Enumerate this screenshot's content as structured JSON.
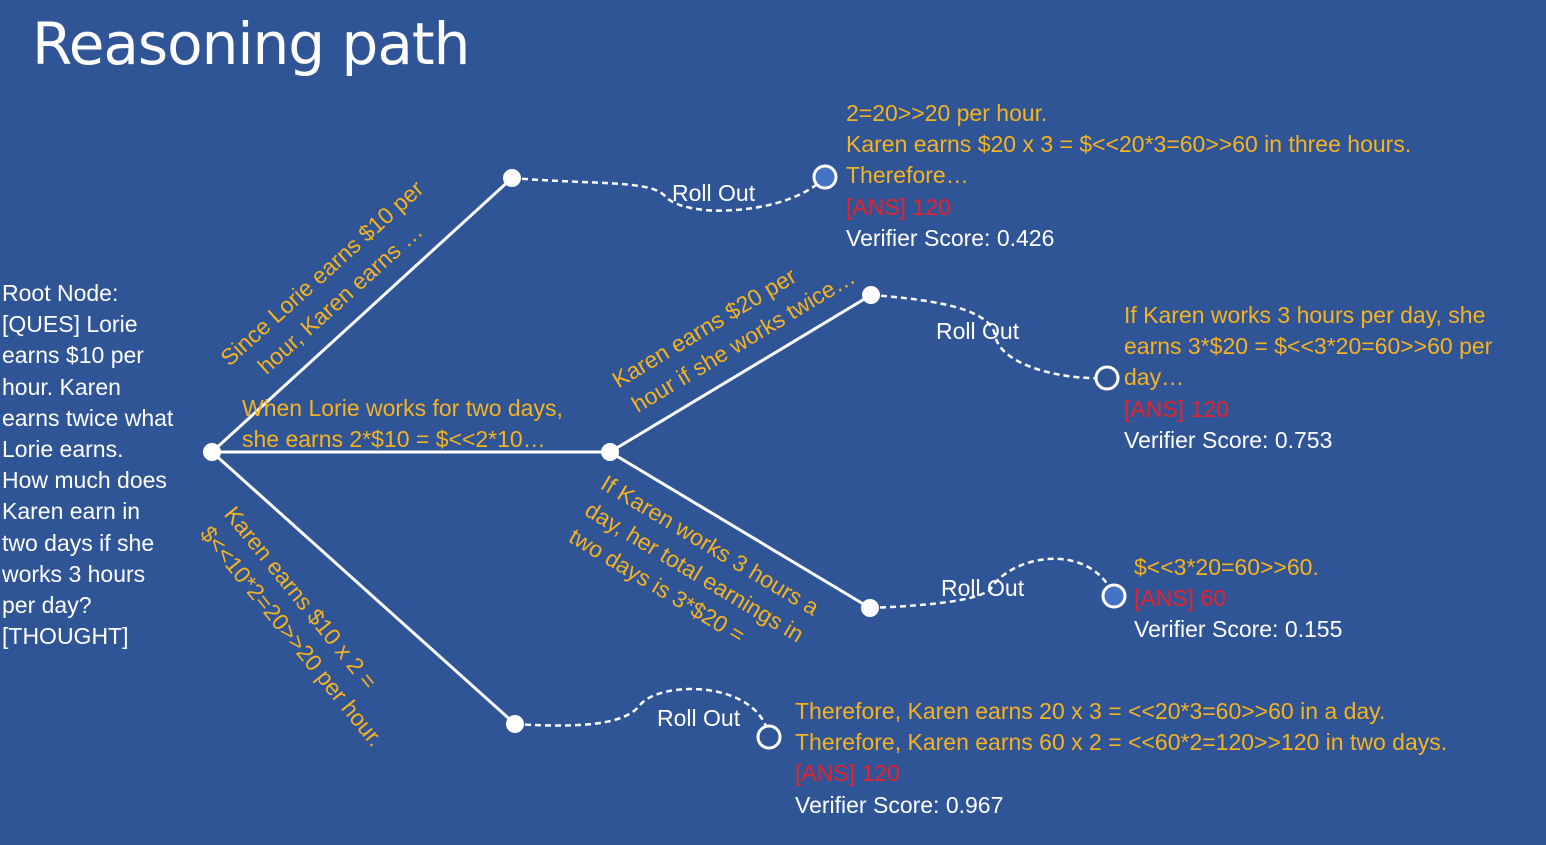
{
  "title": "Reasoning path",
  "root": {
    "lines": [
      "Root Node:",
      "[QUES] Lorie",
      "earns $10 per",
      "hour. Karen",
      "earns twice what",
      "Lorie earns.",
      "How much does",
      "Karen earn in",
      "two days if she",
      "works 3 hours",
      "per day?",
      "[THOUGHT]"
    ]
  },
  "edges": {
    "upper": [
      "Since Lorie earns $10 per",
      "hour, Karen earns …"
    ],
    "middle": [
      "When Lorie works for two days,",
      "she earns 2*$10 = $<<2*10…"
    ],
    "lower": [
      "Karen earns $10 x 2 =",
      "$<<10*2=20>>20 per hour."
    ],
    "mid_upper": [
      "Karen earns $20 per",
      "hour if she works twice…"
    ],
    "mid_lower": [
      "If Karen works 3 hours a",
      "day, her total earnings in",
      "two days is 3*$20 ="
    ]
  },
  "rollout_label": "Roll Out",
  "results": [
    {
      "lines": [
        "2=20>>20 per hour.",
        "Karen earns $20 x 3 = $<<20*3=60>>60 in three hours.",
        "Therefore…"
      ],
      "ans": "[ANS] 120",
      "score": "Verifier Score: 0.426"
    },
    {
      "lines": [
        "If Karen works 3 hours per day, she",
        "earns 3*$20 = $<<3*20=60>>60 per",
        "day…"
      ],
      "ans": "[ANS] 120",
      "score": "Verifier Score: 0.753"
    },
    {
      "lines": [
        "$<<3*20=60>>60."
      ],
      "ans": "[ANS] 60",
      "score": "Verifier Score: 0.155"
    },
    {
      "lines": [
        "Therefore, Karen earns 20 x 3 = <<20*3=60>>60 in a day.",
        "Therefore, Karen earns 60 x 2 = <<60*2=120>>120 in two days."
      ],
      "ans": "[ANS] 120",
      "score": "Verifier Score: 0.967"
    }
  ],
  "colors": {
    "background": "#2f5597",
    "step_text": "#f5b221",
    "answer_text": "#e8212b",
    "filled_end_node": "#4472c4"
  }
}
